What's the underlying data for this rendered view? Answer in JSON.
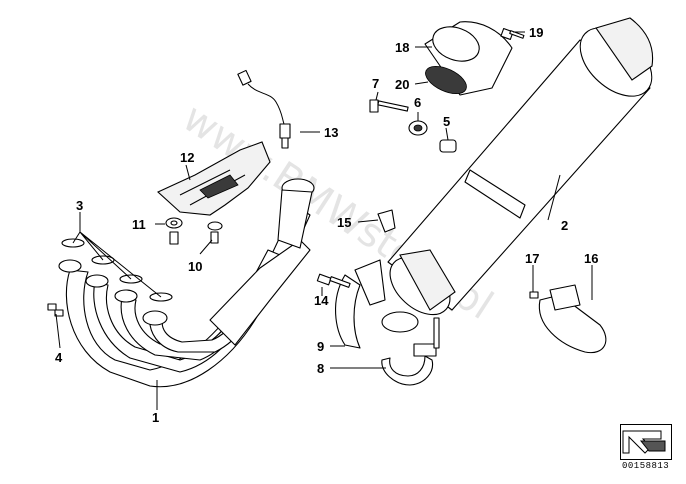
{
  "diagram": {
    "watermark": "www.BMWstore.pl",
    "diagram_id": "00158813",
    "callouts": [
      {
        "id": "c1",
        "label": "1"
      },
      {
        "id": "c2",
        "label": "2"
      },
      {
        "id": "c3",
        "label": "3"
      },
      {
        "id": "c4",
        "label": "4"
      },
      {
        "id": "c5",
        "label": "5"
      },
      {
        "id": "c6",
        "label": "6"
      },
      {
        "id": "c7",
        "label": "7"
      },
      {
        "id": "c8",
        "label": "8"
      },
      {
        "id": "c9",
        "label": "9"
      },
      {
        "id": "c10",
        "label": "10"
      },
      {
        "id": "c11",
        "label": "11"
      },
      {
        "id": "c12",
        "label": "12"
      },
      {
        "id": "c13",
        "label": "13"
      },
      {
        "id": "c14",
        "label": "14"
      },
      {
        "id": "c15",
        "label": "15"
      },
      {
        "id": "c16",
        "label": "16"
      },
      {
        "id": "c17",
        "label": "17"
      },
      {
        "id": "c18",
        "label": "18"
      },
      {
        "id": "c19",
        "label": "19"
      },
      {
        "id": "c20",
        "label": "20"
      }
    ],
    "nav_icon": "arrow-down-left-icon"
  }
}
